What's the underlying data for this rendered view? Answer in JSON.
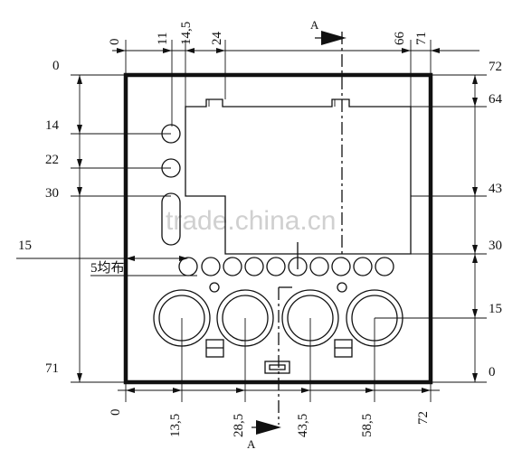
{
  "section_label": "A",
  "top_dims": [
    "0",
    "11",
    "14,5",
    "24",
    "66",
    "71"
  ],
  "right_dims": [
    "72",
    "64",
    "43",
    "30",
    "15",
    "0"
  ],
  "left_dims": [
    "0",
    "14",
    "22",
    "30",
    "15",
    "71"
  ],
  "note": "5均布",
  "bottom_dims": [
    "0",
    "13,5",
    "28,5",
    "43,5",
    "58,5",
    "72"
  ],
  "watermark": "trade.china.cn"
}
